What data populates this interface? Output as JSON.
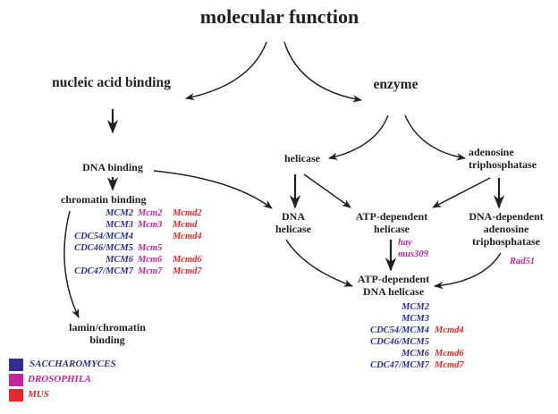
{
  "nodes": {
    "root": "molecular function",
    "nucleic_acid_binding": "nucleic acid binding",
    "enzyme": "enzyme",
    "dna_binding": "DNA binding",
    "helicase": "helicase",
    "adenosine_triphosphatase": [
      "adenosine",
      "triphosphatase"
    ],
    "chromatin_binding": "chromatin binding",
    "dna_helicase": [
      "DNA",
      "helicase"
    ],
    "atp_dependent_helicase": [
      "ATP-dependent",
      "helicase"
    ],
    "dna_dependent_atpase": [
      "DNA-dependent",
      "adenosine",
      "triphosphatase"
    ],
    "atp_dependent_dna_helicase": [
      "ATP-dependent",
      "DNA helicase"
    ],
    "lamin_chromatin_binding": [
      "lamin/chromatin",
      "binding"
    ]
  },
  "genes": {
    "chromatin_binding": [
      {
        "sac": "MCM2",
        "dro": "Mcm2",
        "mus": "Mcmd2"
      },
      {
        "sac": "MCM3",
        "dro": "Mcm3",
        "mus": "Mcmd"
      },
      {
        "sac": "CDC54/MCM4",
        "dro": "",
        "mus": "Mcmd4"
      },
      {
        "sac": "CDC46/MCM5",
        "dro": "Mcm5",
        "mus": ""
      },
      {
        "sac": "MCM6",
        "dro": "Mcm6",
        "mus": "Mcmd6"
      },
      {
        "sac": "CDC47/MCM7",
        "dro": "Mcm7",
        "mus": "Mcmd7"
      }
    ],
    "atp_dependent_helicase": [
      "hay",
      "mus309"
    ],
    "dna_dependent_atpase": [
      "Rad51"
    ],
    "atp_dependent_dna_helicase": [
      {
        "sac": "MCM2",
        "mus": ""
      },
      {
        "sac": "MCM3",
        "mus": ""
      },
      {
        "sac": "CDC54/MCM4",
        "mus": "Mcmd4"
      },
      {
        "sac": "CDC46/MCM5",
        "mus": ""
      },
      {
        "sac": "MCM6",
        "mus": "Mcmd6"
      },
      {
        "sac": "CDC47/MCM7",
        "mus": "Mcmd7"
      }
    ]
  },
  "legend": [
    {
      "label": "SACCHAROMYCES",
      "color": "#2e3192"
    },
    {
      "label": "DROSOPHILA",
      "color": "#c4279b"
    },
    {
      "label": "MUS",
      "color": "#e8262b"
    }
  ],
  "edges": [
    {
      "from": "molecular function",
      "to": "nucleic acid binding"
    },
    {
      "from": "molecular function",
      "to": "enzyme"
    },
    {
      "from": "nucleic acid binding",
      "to": "DNA binding"
    },
    {
      "from": "enzyme",
      "to": "helicase"
    },
    {
      "from": "enzyme",
      "to": "adenosine triphosphatase"
    },
    {
      "from": "DNA binding",
      "to": "chromatin binding"
    },
    {
      "from": "DNA binding",
      "to": "DNA helicase"
    },
    {
      "from": "helicase",
      "to": "DNA helicase"
    },
    {
      "from": "helicase",
      "to": "ATP-dependent helicase"
    },
    {
      "from": "adenosine triphosphatase",
      "to": "ATP-dependent helicase"
    },
    {
      "from": "adenosine triphosphatase",
      "to": "DNA-dependent adenosine triphosphatase"
    },
    {
      "from": "chromatin binding",
      "to": "lamin/chromatin binding"
    },
    {
      "from": "DNA helicase",
      "to": "ATP-dependent DNA helicase"
    },
    {
      "from": "ATP-dependent helicase",
      "to": "ATP-dependent DNA helicase"
    },
    {
      "from": "DNA-dependent adenosine triphosphatase",
      "to": "ATP-dependent DNA helicase"
    }
  ]
}
